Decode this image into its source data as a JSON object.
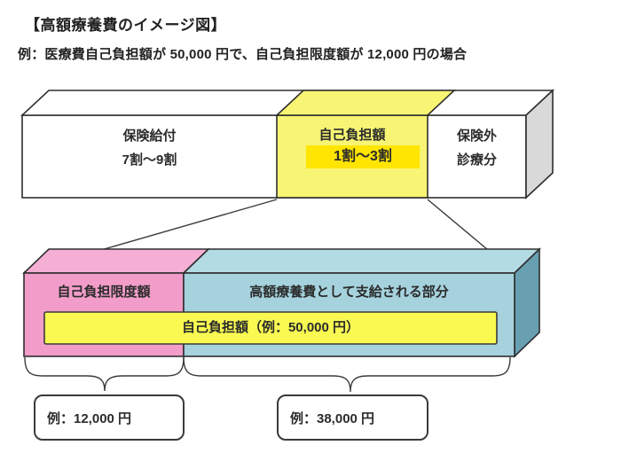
{
  "title": "【高額療養費のイメージ図】",
  "subtitle": "例：医療費自己負担額が 50,000 円で、自己負担限度額が 12,000 円の場合",
  "top_bar": {
    "sections": [
      {
        "label": "保険給付",
        "sublabel": "7割〜9割",
        "color": "#ffffff"
      },
      {
        "label": "自己負担額",
        "sublabel": "1割〜3割",
        "color": "#f7f573",
        "sublabel_highlight_color": "#ffe500"
      },
      {
        "label": "保険外",
        "label_line2": "診療分",
        "color": "#ffffff"
      }
    ],
    "side_face_color": "#d9d9d9"
  },
  "bottom_bar": {
    "sections": [
      {
        "label": "自己負担限度額",
        "color": "#f19cc9",
        "top_color": "#f5afd5"
      },
      {
        "label": "高額療養費として支給される部分",
        "color": "#a5d2dd",
        "top_color": "#b3dbe4"
      }
    ],
    "side_face_color": "#68a0b2",
    "inner_bar": {
      "label": "自己負担額（例：50,000 円）",
      "color": "#f9f951"
    }
  },
  "callouts": [
    {
      "label": "例：12,000 円"
    },
    {
      "label": "例：38,000 円"
    }
  ],
  "colors": {
    "outline": "#2e2e2e",
    "pale_yellow": "#f7f573",
    "highlight_yellow": "#ffe500",
    "inner_yellow": "#f9f951",
    "pink": "#f19cc9",
    "light_blue": "#a5d2dd",
    "dark_blue_side": "#68a0b2",
    "gray_side": "#d9d9d9"
  }
}
